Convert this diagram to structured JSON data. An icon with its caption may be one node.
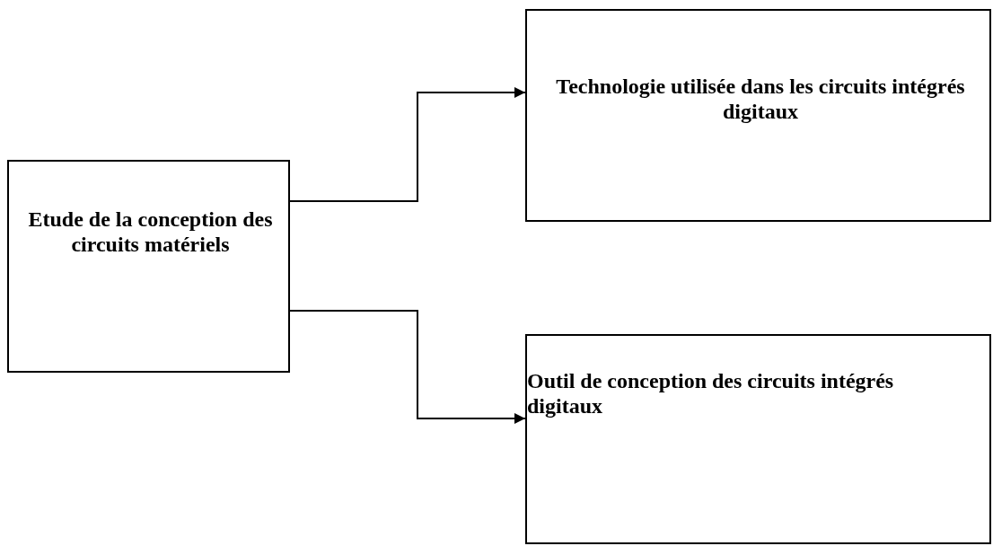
{
  "diagram": {
    "nodes": [
      {
        "text": [
          "Etude de la conception des circuits matériels"
        ]
      },
      {
        "text": [
          "Technologie utilisée dans les circuits intégrés digitaux"
        ]
      },
      {
        "text": [
          "Outil de conception des circuits intégrés digitaux"
        ]
      }
    ],
    "edges": [
      {
        "from": 0,
        "to": 1,
        "arrow": "to"
      },
      {
        "from": 0,
        "to": 2,
        "arrow": "to"
      }
    ]
  }
}
